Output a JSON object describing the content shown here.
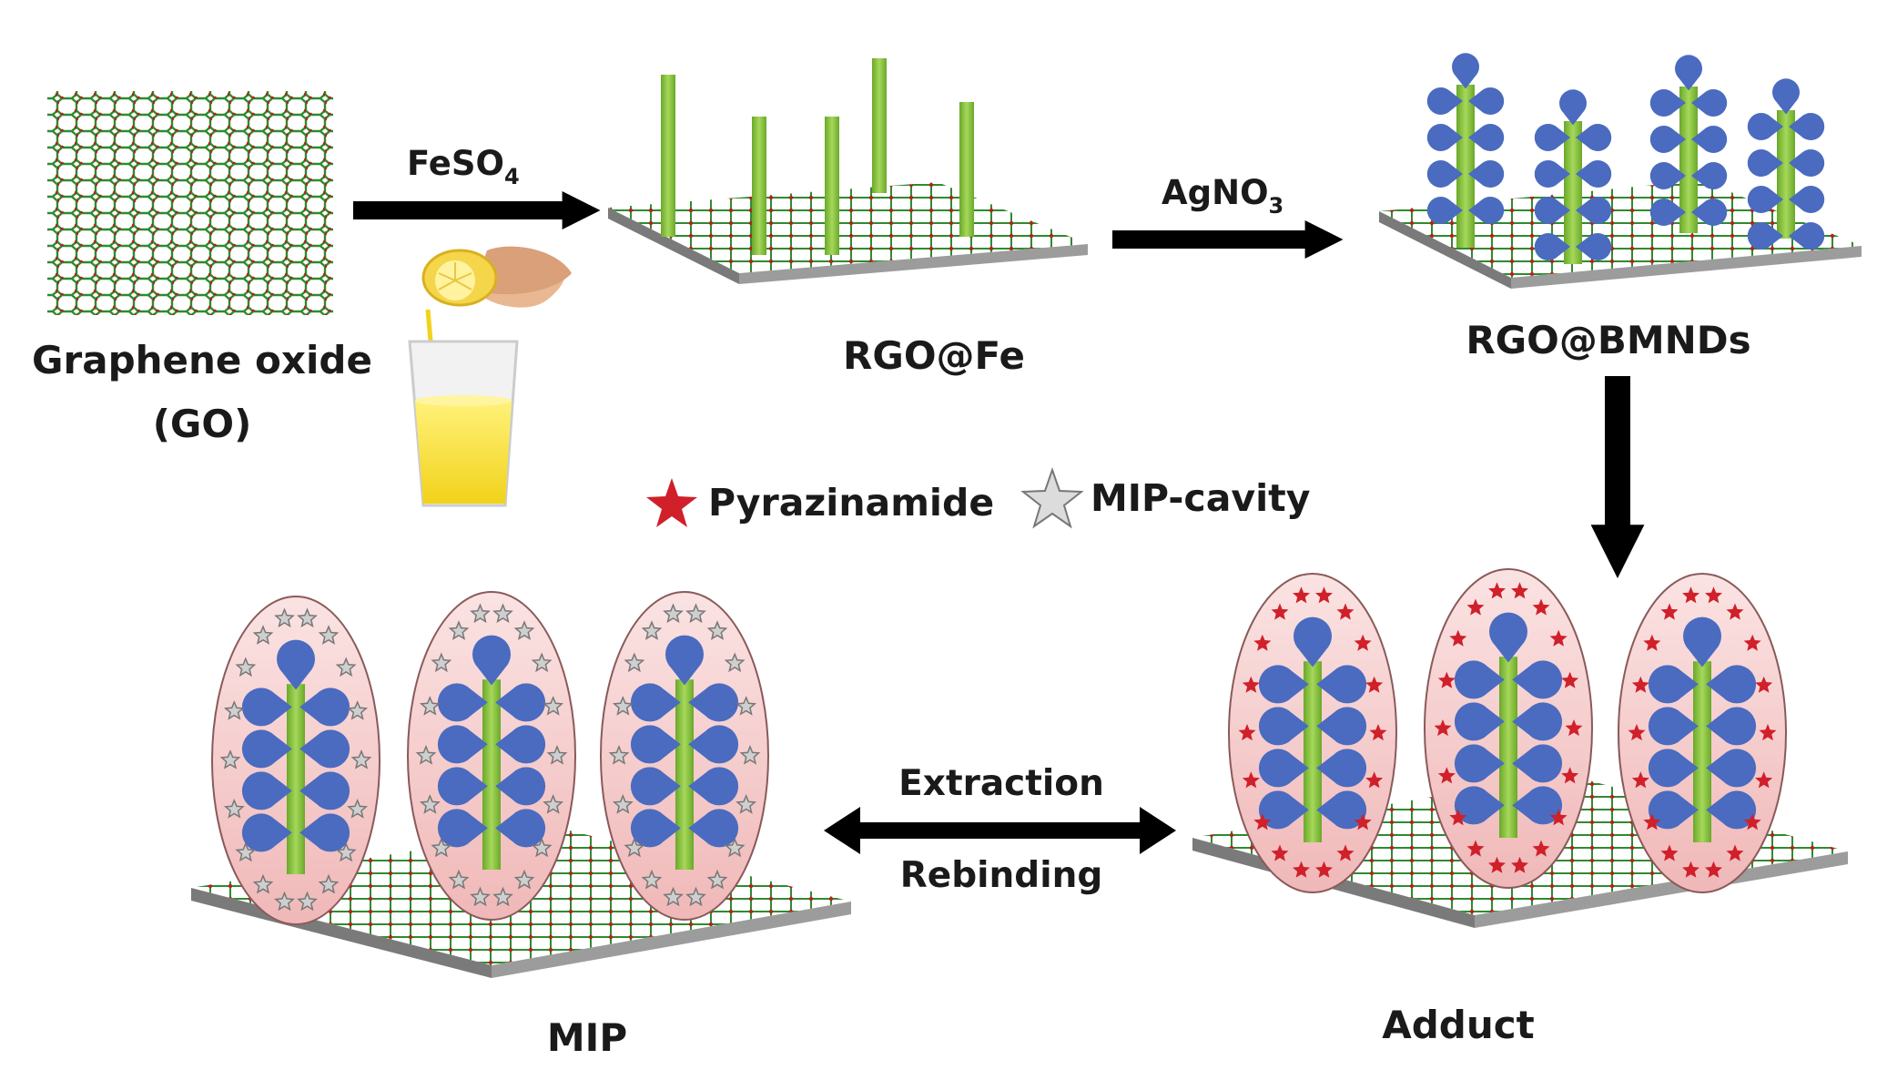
{
  "labels": {
    "go_line1": "Graphene oxide",
    "go_line2": "(GO)",
    "rgo_fe": "RGO@Fe",
    "rgo_bmnds": "RGO@BMNDs",
    "mip": "MIP",
    "adduct": "Adduct"
  },
  "reagents": {
    "feso4_main": "FeSO",
    "feso4_sub": "4",
    "agno3_main": "AgNO",
    "agno3_sub": "3"
  },
  "legend": {
    "pyrazinamide": "Pyrazinamide",
    "mip_cavity": "MIP-cavity"
  },
  "process": {
    "extraction": "Extraction",
    "rebinding": "Rebinding"
  },
  "colors": {
    "rod": "#8cc63f",
    "bulb": "#4a6bbf",
    "ellipse": "#f4c4c4",
    "red_star": "#d0202a",
    "grey_star": "#cfcfcf",
    "arrow": "#000000"
  },
  "icons": [
    "lemon-squeeze-icon",
    "juice-glass-icon"
  ]
}
